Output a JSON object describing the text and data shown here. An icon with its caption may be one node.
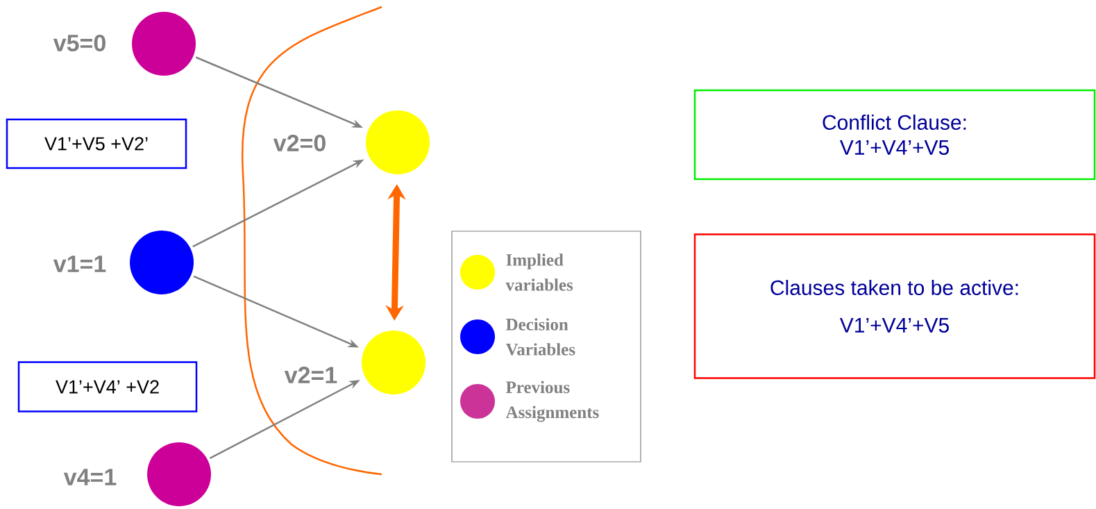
{
  "diagram": {
    "nodes": [
      {
        "text": [],
        "shape": "circle",
        "beside": [
          "v5=0"
        ]
      },
      {
        "text": [],
        "shape": "circle",
        "beside": [
          "v2=0"
        ]
      },
      {
        "text": [],
        "shape": "circle",
        "beside": [
          "v1=1"
        ]
      },
      {
        "text": [],
        "shape": "circle",
        "beside": [
          "v2=1"
        ]
      },
      {
        "text": [],
        "shape": "circle",
        "beside": [
          "v4=1"
        ]
      },
      {
        "text": [
          "V1’+V5 +V2’"
        ]
      },
      {
        "text": [
          "V1’+V4’ +V2"
        ]
      },
      {
        "text": [
          "Conflict Clause:",
          "V1’+V4’+V5"
        ]
      },
      {
        "text": [
          "Clauses taken to be active:",
          "V1’+V4’+V5"
        ]
      }
    ],
    "edges": [
      {
        "from": 0,
        "to": 1,
        "arrow": "to"
      },
      {
        "from": 2,
        "to": 1,
        "arrow": "to"
      },
      {
        "from": 2,
        "to": 3,
        "arrow": "to"
      },
      {
        "from": 4,
        "to": 3,
        "arrow": "to"
      },
      {
        "from": 1,
        "to": 3,
        "arrow": "both",
        "style": "thick",
        "color": "#ff6600"
      }
    ],
    "legend": [
      {
        "text": "Implied variables",
        "color": "#ffff00"
      },
      {
        "text": "Decision Variables",
        "color": "#0000ff"
      },
      {
        "text": "Previous Assignments",
        "color": "#cc3399"
      }
    ]
  }
}
